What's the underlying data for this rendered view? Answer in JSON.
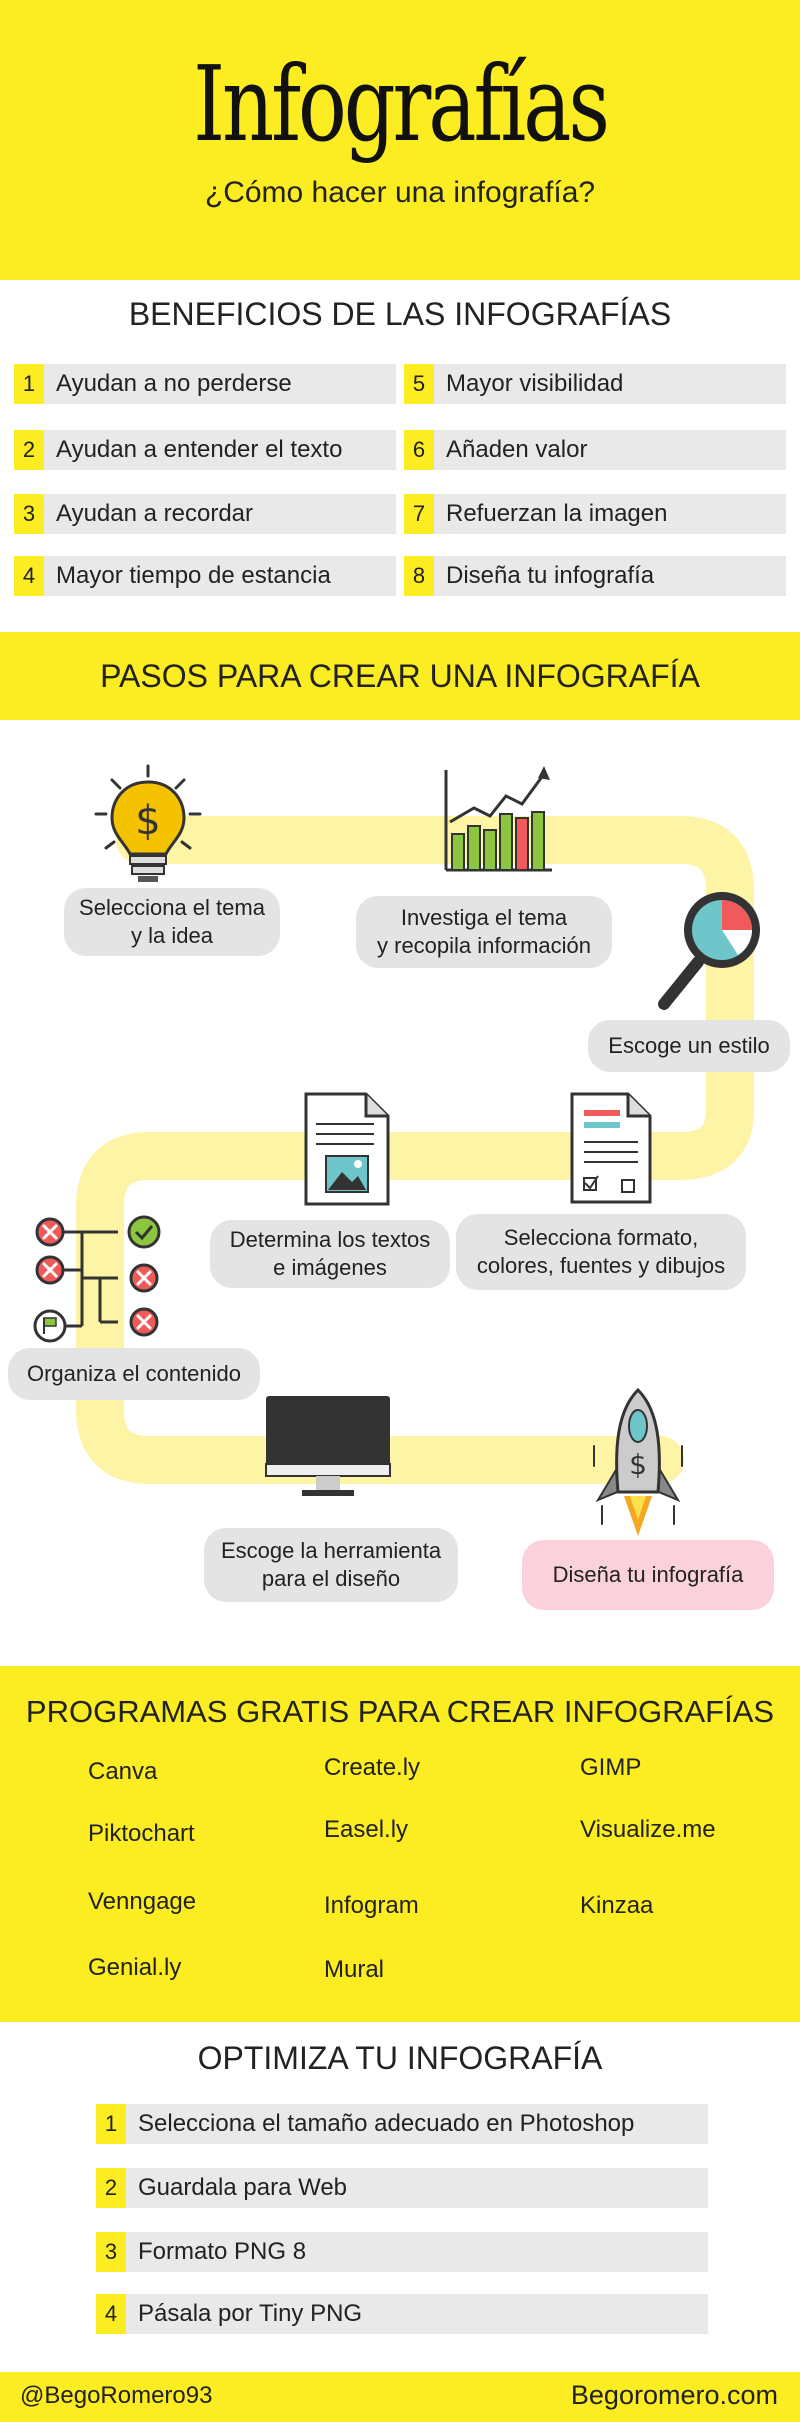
{
  "header": {
    "title": "Infografías",
    "subtitle": "¿Cómo hacer una infografía?"
  },
  "benefits": {
    "heading": "BENEFICIOS DE LAS INFOGRAFÍAS",
    "items": [
      {
        "num": "1",
        "label": "Ayudan a no perderse"
      },
      {
        "num": "2",
        "label": "Ayudan a entender el texto"
      },
      {
        "num": "3",
        "label": "Ayudan a recordar"
      },
      {
        "num": "4",
        "label": "Mayor tiempo de estancia"
      },
      {
        "num": "5",
        "label": "Mayor visibilidad"
      },
      {
        "num": "6",
        "label": "Añaden valor"
      },
      {
        "num": "7",
        "label": "Refuerzan la imagen"
      },
      {
        "num": "8",
        "label": "Diseña tu infografía"
      }
    ]
  },
  "steps": {
    "heading": "PASOS PARA CREAR UNA INFOGRAFÍA",
    "items": [
      {
        "label": "Selecciona el tema\ny la idea",
        "icon": "lightbulb-dollar-icon"
      },
      {
        "label": "Investiga el tema\ny recopila información",
        "icon": "bar-chart-icon"
      },
      {
        "label": "Escoge un estilo",
        "icon": "magnifier-icon"
      },
      {
        "label": "Selecciona formato,\ncolores, fuentes y dibujos",
        "icon": "checklist-document-icon"
      },
      {
        "label": "Determina los textos\ne imágenes",
        "icon": "document-image-icon"
      },
      {
        "label": "Organiza el contenido",
        "icon": "flowchart-icon"
      },
      {
        "label": "Escoge la herramienta\npara el diseño",
        "icon": "monitor-icon"
      },
      {
        "label": "Diseña tu infografía",
        "icon": "rocket-icon"
      }
    ]
  },
  "programs": {
    "heading": "PROGRAMAS GRATIS PARA CREAR INFOGRAFÍAS",
    "items": [
      "Canva",
      "Create.ly",
      "GIMP",
      "Piktochart",
      "Easel.ly",
      "Visualize.me",
      "Venngage",
      "Infogram",
      "Kinzaa",
      "Genial.ly",
      "Mural"
    ]
  },
  "optimize": {
    "heading": "OPTIMIZA TU INFOGRAFÍA",
    "items": [
      {
        "num": "1",
        "label": "Selecciona el tamaño adecuado en Photoshop"
      },
      {
        "num": "2",
        "label": "Guardala para Web"
      },
      {
        "num": "3",
        "label": "Formato PNG 8"
      },
      {
        "num": "4",
        "label": "Pásala por Tiny PNG"
      }
    ]
  },
  "footer": {
    "handle": "@BegoRomero93",
    "site": "Begoromero.com"
  },
  "colors": {
    "accent_yellow": "#fcec22",
    "pill_gray": "#e4e4e4",
    "pill_pink": "#fbd2dc",
    "path_yellow": "#fdf4a6"
  }
}
